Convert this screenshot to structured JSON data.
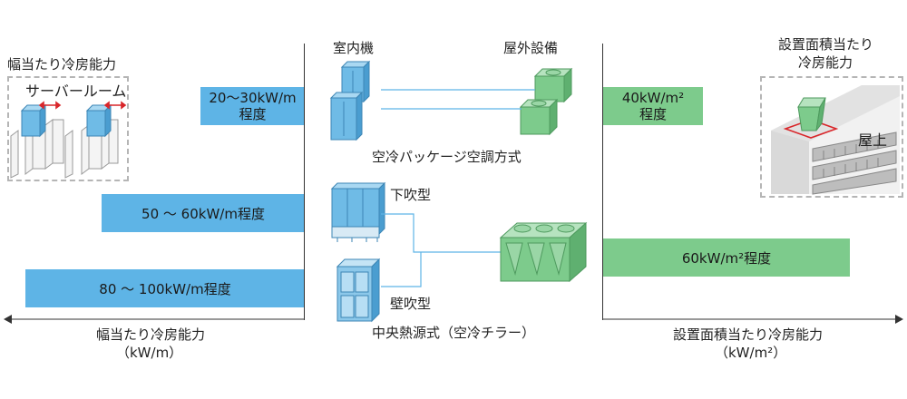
{
  "left_panel": {
    "title": "幅当たり冷房能力",
    "inset_label": "サーバールーム",
    "bars": [
      {
        "label_line1": "20〜30kW/m",
        "label_line2": "程度"
      },
      {
        "label": "50 〜 60kW/m程度"
      },
      {
        "label": "80 〜 100kW/m程度"
      }
    ],
    "axis_label_line1": "幅当たり冷房能力",
    "axis_label_line2": "（kW/m）"
  },
  "center_panel": {
    "indoor_label": "室内機",
    "outdoor_label": "屋外設備",
    "packaged_label": "空冷パッケージ空調方式",
    "down_blow_label": "下吹型",
    "wall_blow_label": "壁吹型",
    "central_label": "中央熱源式（空冷チラー）"
  },
  "right_panel": {
    "title_line1": "設置面積当たり",
    "title_line2": "冷房能力",
    "roof_label": "屋上",
    "bars": [
      {
        "label_line1": "40kW/m²",
        "label_line2": "程度"
      },
      {
        "label": "60kW/m²程度"
      }
    ],
    "axis_label_line1": "設置面積当たり冷房能力",
    "axis_label_line2": "（kW/m²）"
  },
  "colors": {
    "blue": "#5eb4e6",
    "green": "#7dcb8c",
    "axis": "#333333"
  }
}
